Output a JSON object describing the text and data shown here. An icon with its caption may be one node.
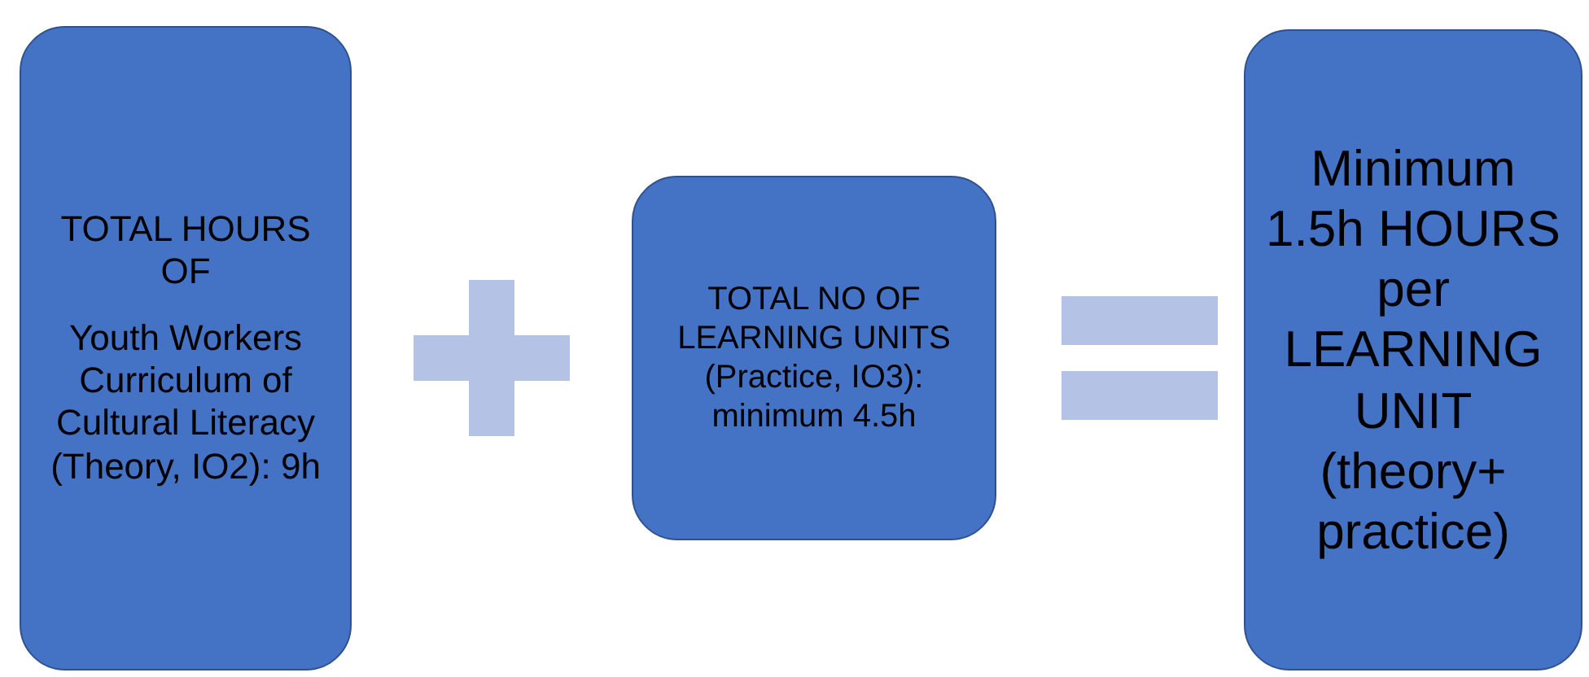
{
  "diagram": {
    "nodes": [
      {
        "text": [
          "TOTAL HOURS OF",
          "Youth Workers Curriculum of Cultural Literacy (Theory, IO2): 9h"
        ]
      },
      {
        "text": [
          "TOTAL NO OF LEARNING UNITS (Practice, IO3): minimum 4.5h"
        ]
      },
      {
        "text": [
          "Minimum 1.5h HOURS per LEARNING UNIT (theory+ practice)"
        ]
      }
    ]
  }
}
